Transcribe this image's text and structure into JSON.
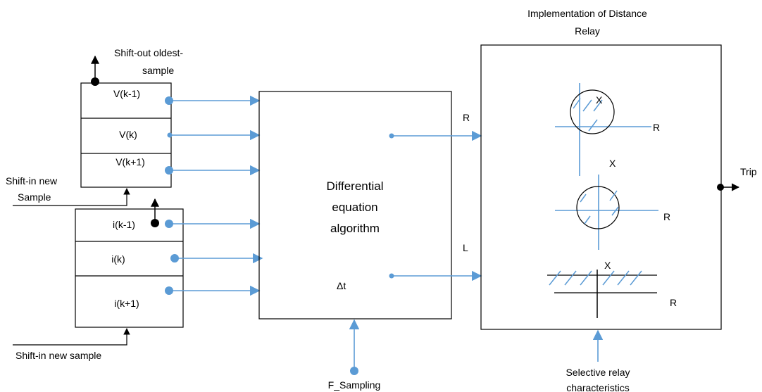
{
  "relay": {
    "title_line1": "Implementation of Distance",
    "title_line2": "Relay",
    "axis_x": "X",
    "axis_r": "R",
    "trip": "Trip",
    "characteristics_line1": "Selective relay",
    "characteristics_line2": "characteristics"
  },
  "voltage_buffer": {
    "shift_out_line1": "Shift-out oldest-",
    "shift_out_line2": "sample",
    "cells": [
      "V(k-1)",
      "V(k)",
      "V(k+1)"
    ],
    "shift_in_line1": "Shift-in new",
    "shift_in_line2": "Sample"
  },
  "current_buffer": {
    "cells": [
      "i(k-1)",
      "i(k)",
      "i(k+1)"
    ],
    "shift_in": "Shift-in new sample"
  },
  "algorithm": {
    "line1": "Differential",
    "line2": "equation",
    "line3": "algorithm",
    "delta_t": "Δt",
    "out_r": "R",
    "out_l": "L",
    "sampling": "F_Sampling"
  }
}
